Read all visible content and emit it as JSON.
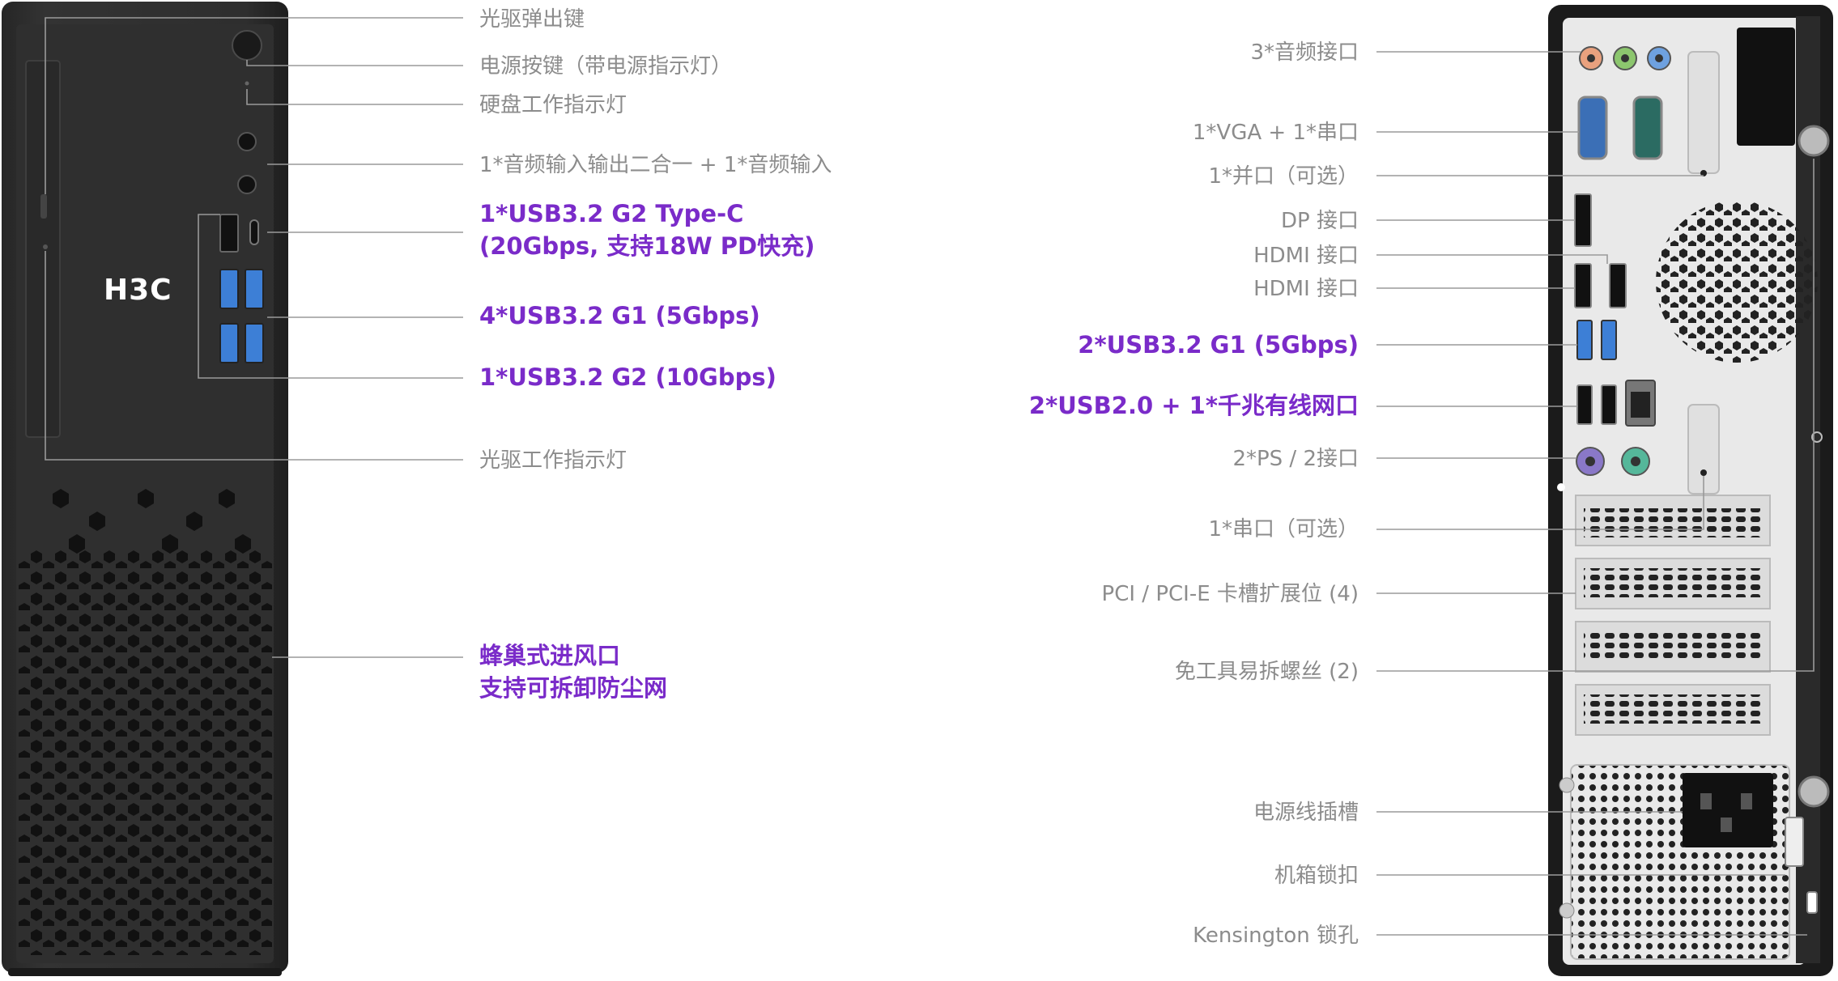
{
  "brand": "H3C",
  "colors": {
    "highlight": "#7a2bc9",
    "callout": "#8c8c8c",
    "chassis": "#2b2b2b",
    "usb_blue": "#3d7fd6"
  },
  "front_labels": [
    {
      "id": "odd-eject",
      "text": "光驱弹出键",
      "highlight": false
    },
    {
      "id": "power-button",
      "text": "电源按键（带电源指示灯）",
      "highlight": false
    },
    {
      "id": "hdd-led",
      "text": "硬盘工作指示灯",
      "highlight": false
    },
    {
      "id": "audio-front",
      "text": "1*音频输入输出二合一 + 1*音频输入",
      "highlight": false
    },
    {
      "id": "usb-typec",
      "lines": [
        "1*USB3.2 G2 Type-C",
        "(20Gbps, 支持18W PD快充)"
      ],
      "highlight": true
    },
    {
      "id": "usb-g1-front",
      "text": "4*USB3.2 G1 (5Gbps)",
      "highlight": true
    },
    {
      "id": "usb-g2-front",
      "text": "1*USB3.2 G2 (10Gbps)",
      "highlight": true
    },
    {
      "id": "odd-led",
      "text": "光驱工作指示灯",
      "highlight": false
    },
    {
      "id": "honeycomb-vent",
      "lines": [
        "蜂巢式进风口",
        "支持可拆卸防尘网"
      ],
      "highlight": true
    }
  ],
  "rear_labels": [
    {
      "id": "audio-rear",
      "text": "3*音频接口",
      "highlight": false
    },
    {
      "id": "vga-serial",
      "text": "1*VGA + 1*串口",
      "highlight": false
    },
    {
      "id": "parallel",
      "text": "1*并口（可选）",
      "highlight": false
    },
    {
      "id": "dp",
      "text": "DP 接口",
      "highlight": false
    },
    {
      "id": "hdmi-1",
      "text": "HDMI 接口",
      "highlight": false
    },
    {
      "id": "hdmi-2",
      "text": "HDMI 接口",
      "highlight": false
    },
    {
      "id": "usb-g1-rear",
      "text": "2*USB3.2 G1 (5Gbps)",
      "highlight": true
    },
    {
      "id": "usb2-lan",
      "text": "2*USB2.0 + 1*千兆有线网口",
      "highlight": true
    },
    {
      "id": "ps2",
      "text": "2*PS / 2接口",
      "highlight": false
    },
    {
      "id": "serial-opt",
      "text": "1*串口（可选）",
      "highlight": false
    },
    {
      "id": "pci-slots",
      "text": "PCI / PCI-E 卡槽扩展位 (4)",
      "highlight": false
    },
    {
      "id": "screws",
      "text": "免工具易拆螺丝 (2)",
      "highlight": false
    },
    {
      "id": "power-socket",
      "text": "电源线插槽",
      "highlight": false
    },
    {
      "id": "chassis-lock",
      "text": "机箱锁扣",
      "highlight": false
    },
    {
      "id": "kensington",
      "text": "Kensington 锁孔",
      "highlight": false
    }
  ]
}
